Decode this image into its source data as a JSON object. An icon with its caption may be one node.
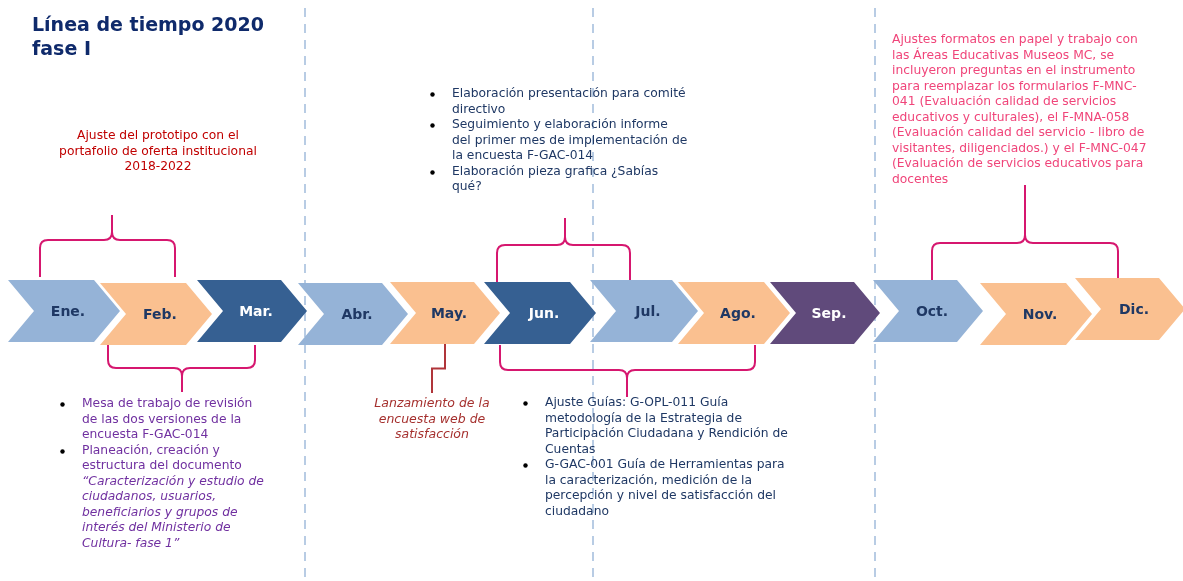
{
  "diagram": {
    "title": "Línea de tiempo 2020 fase I",
    "nodes": [
      {
        "text": [
          "Ene."
        ]
      },
      {
        "text": [
          "Feb."
        ]
      },
      {
        "text": [
          "Mar."
        ]
      },
      {
        "text": [
          "Abr."
        ]
      },
      {
        "text": [
          "May."
        ]
      },
      {
        "text": [
          "Jun."
        ]
      },
      {
        "text": [
          "Jul."
        ]
      },
      {
        "text": [
          "Ago."
        ]
      },
      {
        "text": [
          "Sep."
        ]
      },
      {
        "text": [
          "Oct."
        ]
      },
      {
        "text": [
          "Nov."
        ]
      },
      {
        "text": [
          "Dic."
        ]
      },
      {
        "text": [
          "Lanzamiento de la encuesta web de satisfacción"
        ]
      }
    ],
    "edges": [
      {
        "from": 12,
        "to": 4,
        "arrow": "none"
      }
    ],
    "labels": [
      "Ajuste del prototipo con el portafolio de oferta institucional 2018-2022",
      "Elaboración presentación para comité directivo",
      "Seguimiento y elaboración informe del primer mes de implementación de la encuesta F-GAC-014",
      "Elaboración pieza grafica ¿Sabías qué?",
      "Ajustes formatos en papel y trabajo con las  Áreas Educativas Museos MC, se incluyeron preguntas en el instrumento para reemplazar los formularios F-MNC-041 (Evaluación calidad de servicios educativos y culturales), el F-MNA-058 (Evaluación calidad del servicio - libro de visitantes, diligenciados.) y el F-MNC-047 (Evaluación de servicios educativos para docentes",
      "Mesa de trabajo de revisión de las dos versiones de la encuesta F-GAC-014",
      "Planeación, creación y estructura del documento *“Caracterización y estudio de ciudadanos, usuarios, beneficiarios y grupos de interés del Ministerio de Cultura- fase 1”*",
      "Ajuste Guías: G-OPL-011 Guía metodología de la Estrategia de Participación Ciudadana y Rendición de Cuentas",
      "G-GAC-001 Guía de Herramientas para la caracterización, medición de la percepción y nivel de satisfacción del ciudadano"
    ]
  }
}
